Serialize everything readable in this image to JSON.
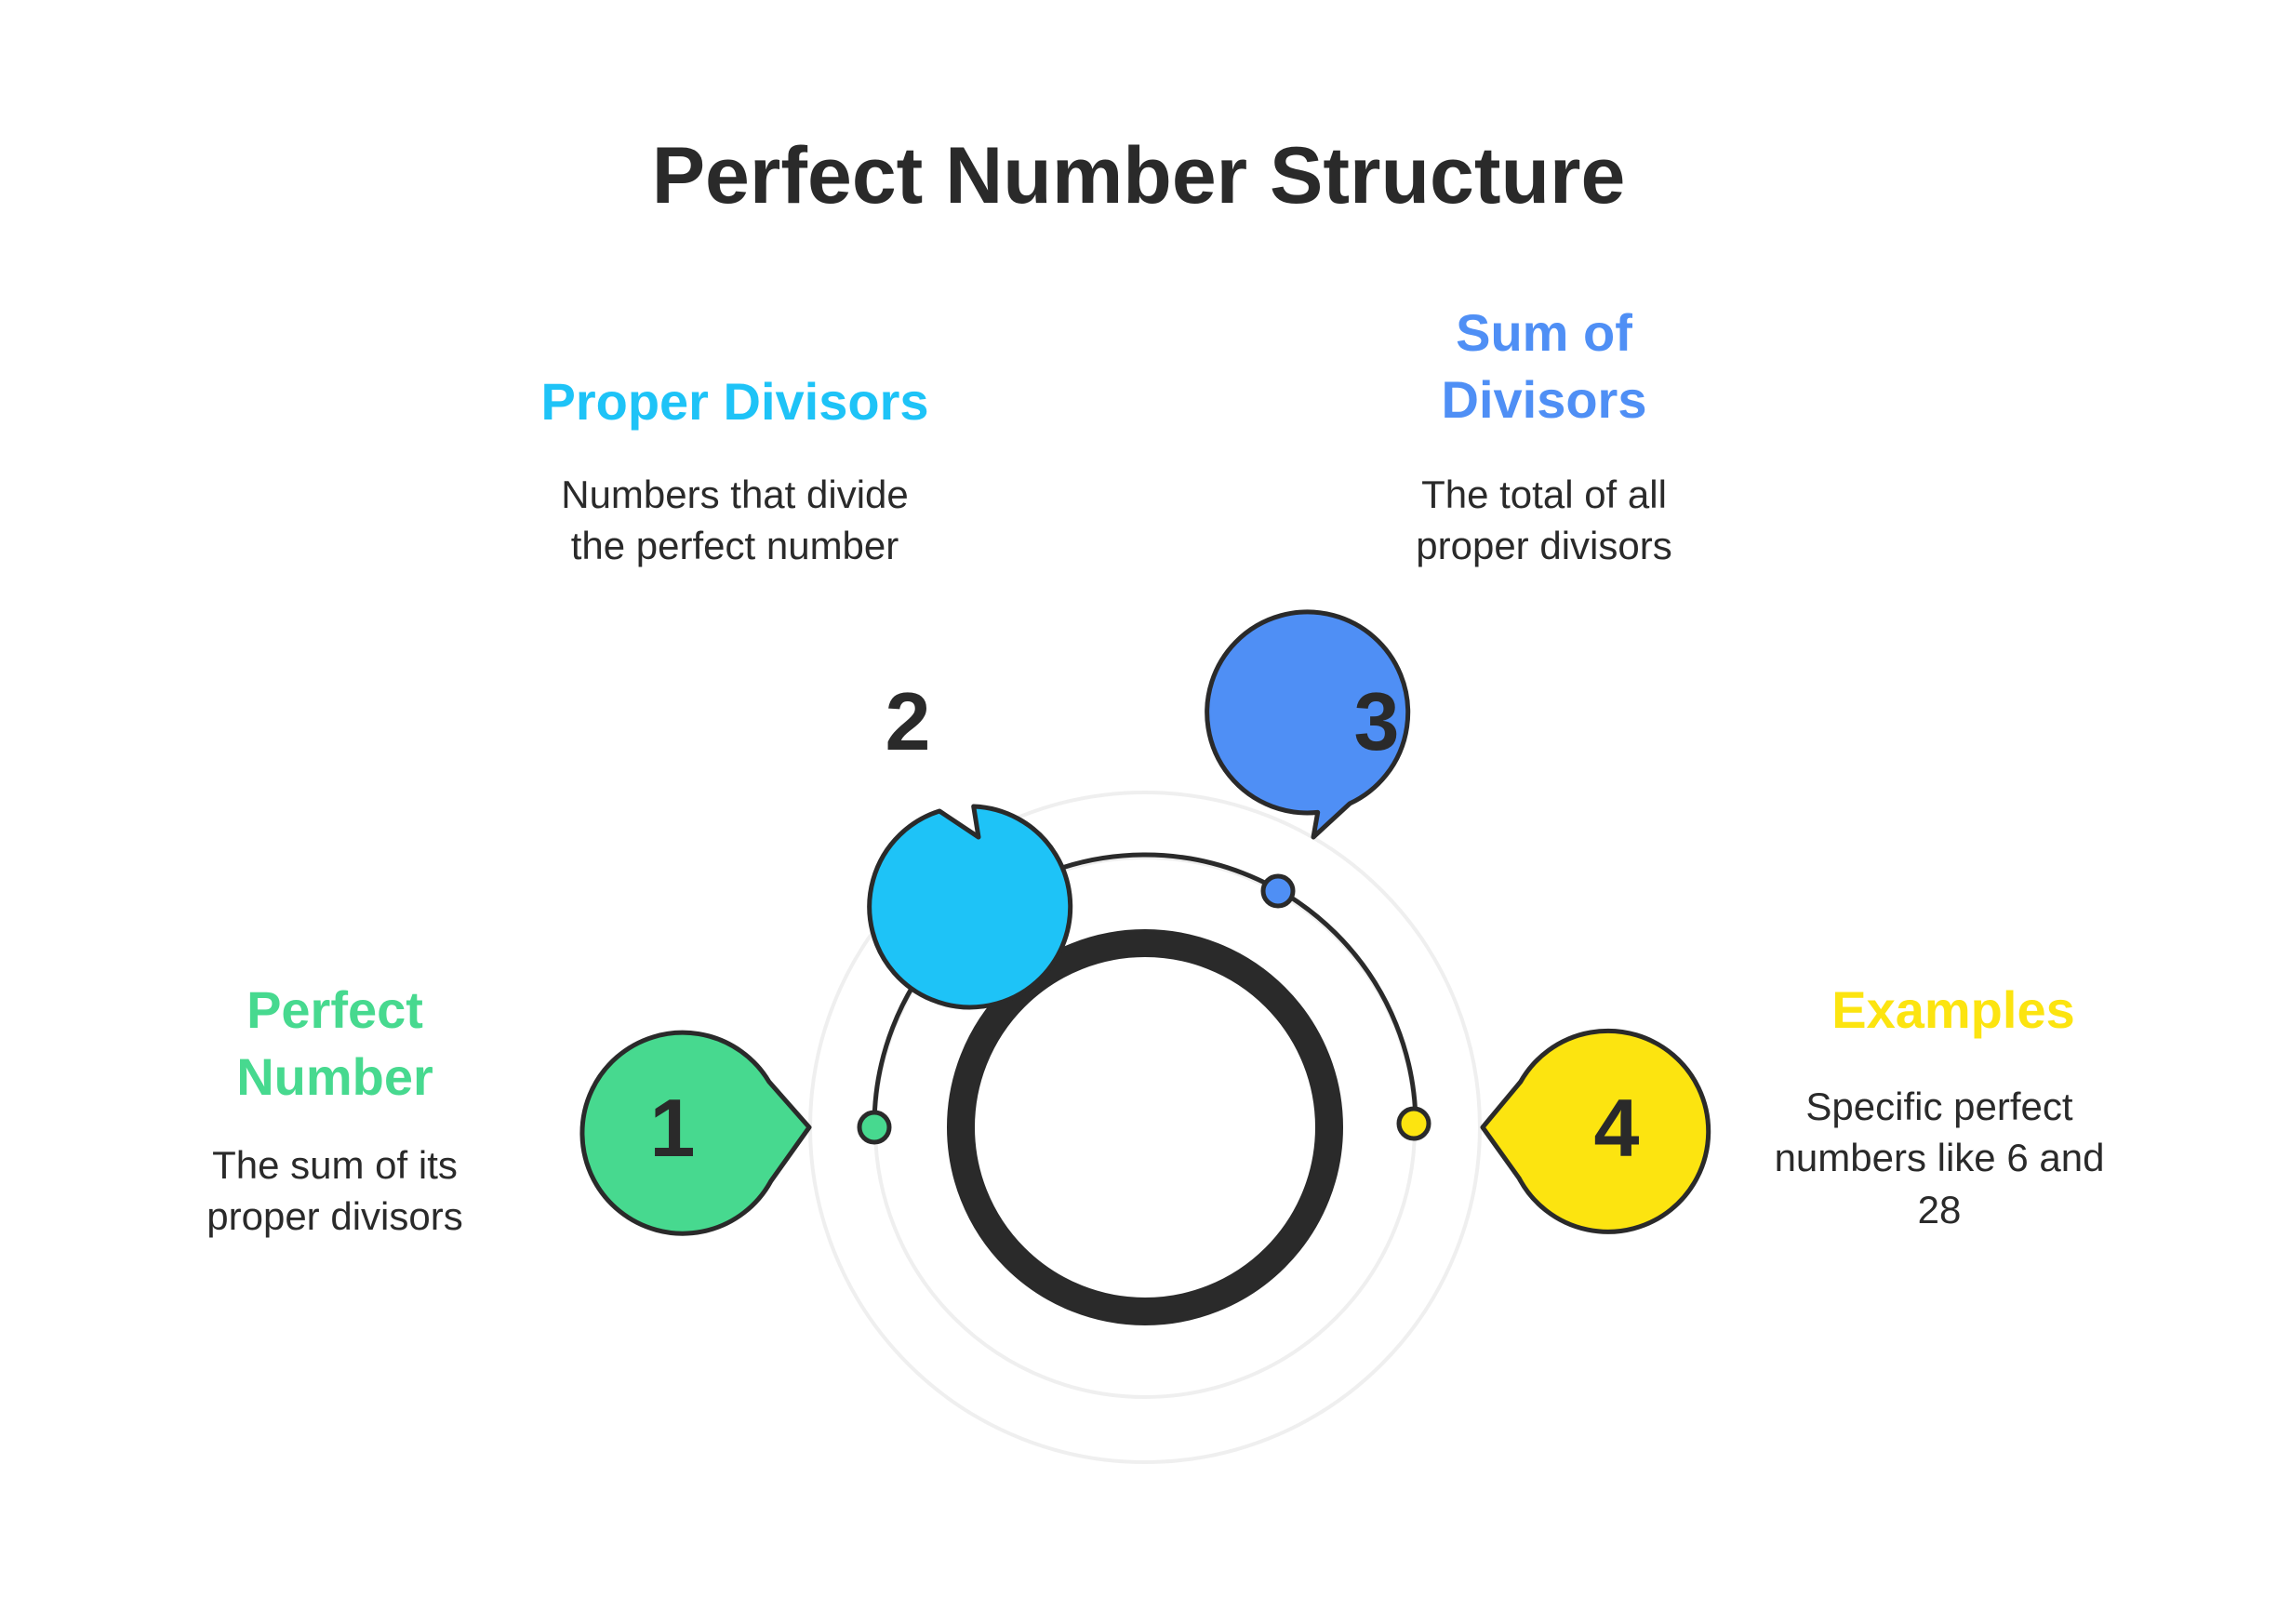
{
  "title": "Perfect Number Structure",
  "colors": {
    "ink": "#2a2a2a",
    "step1": "#47d98f",
    "step2": "#1ec3f7",
    "step3": "#4f8ff5",
    "step4": "#fce410",
    "guide": "#efefef"
  },
  "steps": [
    {
      "number": "1",
      "title": "Perfect Number",
      "description": "The sum of its proper divisors",
      "color": "#47d98f"
    },
    {
      "number": "2",
      "title": "Proper Divisors",
      "description": "Numbers that divide the perfect number",
      "color": "#1ec3f7"
    },
    {
      "number": "3",
      "title": "Sum of Divisors",
      "description": "The total of all proper divisors",
      "color": "#4f8ff5"
    },
    {
      "number": "4",
      "title": "Examples",
      "description": "Specific perfect numbers like 6 and 28",
      "color": "#fce410"
    }
  ]
}
